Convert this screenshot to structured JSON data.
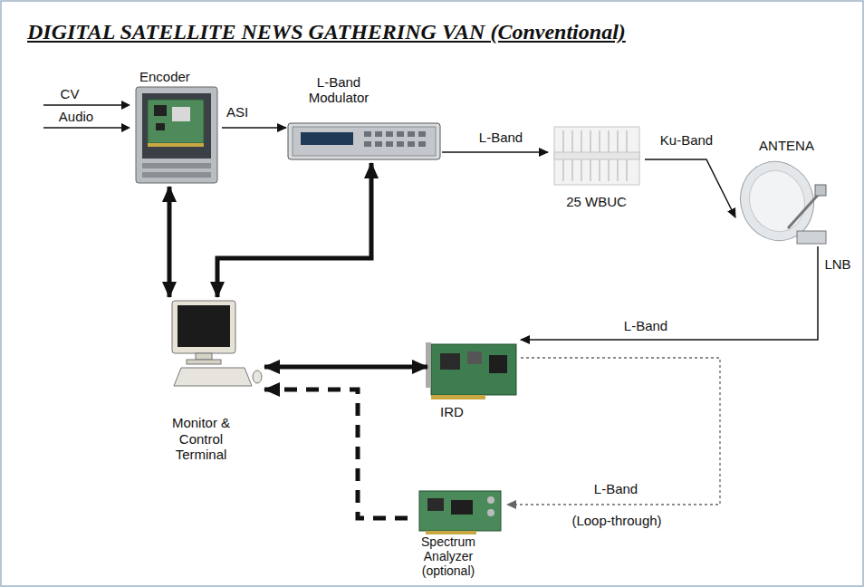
{
  "diagram": {
    "title": "DIGITAL SATELLITE NEWS GATHERING VAN (Conventional)",
    "nodes": [
      {
        "text": [
          "Encoder"
        ]
      },
      {
        "text": [
          "L-Band Modulator"
        ]
      },
      {
        "text": [
          "25 WBUC"
        ]
      },
      {
        "text": [
          "ANTENA"
        ]
      },
      {
        "text": [
          "Monitor & Control Terminal"
        ]
      },
      {
        "text": [
          "IRD"
        ]
      },
      {
        "text": [
          "Spectrum Analyzer (optional)"
        ]
      }
    ],
    "edges": [
      {
        "from": 0,
        "to": 1,
        "label": "ASI",
        "arrow": "to"
      },
      {
        "from": 1,
        "to": 2,
        "label": "L-Band",
        "arrow": "to"
      },
      {
        "from": 2,
        "to": 3,
        "label": "Ku-Band",
        "arrow": "to"
      },
      {
        "from": 3,
        "to": 5,
        "label": "L-Band",
        "arrow": "to"
      },
      {
        "from": 0,
        "to": 4,
        "arrow": "both"
      },
      {
        "from": 1,
        "to": 4,
        "arrow": "both"
      },
      {
        "from": 4,
        "to": 5,
        "arrow": "both"
      },
      {
        "from": 5,
        "to": 6,
        "label": "L-Band",
        "arrow": "to"
      },
      {
        "from": 6,
        "to": 4,
        "arrow": "to"
      }
    ],
    "labels": [
      "CV",
      "Audio",
      "LNB",
      "(Loop-through)"
    ]
  }
}
